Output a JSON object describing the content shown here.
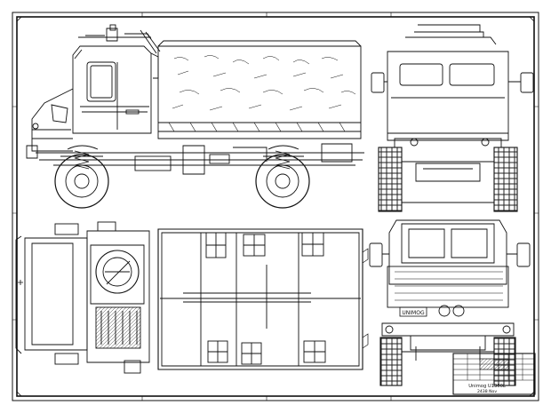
{
  "title_block": {
    "name_line": "Unimog U1300L",
    "sub_line": "2438 Nov",
    "table_rows": [
      "",
      "",
      "",
      "",
      "",
      ""
    ]
  },
  "views": {
    "side": "side-view",
    "top": "top-view",
    "rear": "rear-view",
    "front": "front-view"
  },
  "front_grille": {
    "badge": "UNIMOG"
  }
}
